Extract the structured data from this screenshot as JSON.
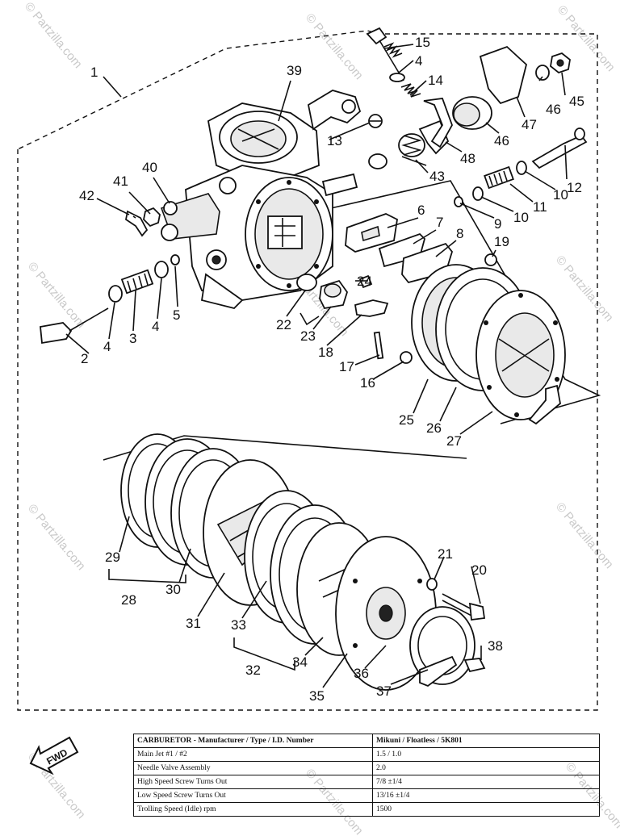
{
  "watermark": "© Partzilla.com",
  "fwd_label": "FWD",
  "callouts": [
    "1",
    "2",
    "3",
    "4",
    "4",
    "4",
    "5",
    "6",
    "7",
    "8",
    "9",
    "10",
    "10",
    "11",
    "12",
    "13",
    "14",
    "15",
    "16",
    "17",
    "18",
    "19",
    "20",
    "21",
    "22",
    "23",
    "24",
    "25",
    "26",
    "27",
    "28",
    "29",
    "30",
    "31",
    "32",
    "33",
    "34",
    "35",
    "36",
    "37",
    "38",
    "39",
    "40",
    "41",
    "42",
    "43",
    "45",
    "46",
    "46",
    "47",
    "48"
  ],
  "spec_table": {
    "header": {
      "label": "CARBURETOR - Manufacturer / Type / I.D. Number",
      "value": "Mikuni / Floatless / 5K801"
    },
    "rows": [
      {
        "label": "Main Jet #1 / #2",
        "value": "1.5 / 1.0"
      },
      {
        "label": "Needle Valve Assembly",
        "value": "2.0"
      },
      {
        "label": "High Speed Screw Turns Out",
        "value": "7/8 ±1/4"
      },
      {
        "label": "Low Speed Screw Turns Out",
        "value": "13/16 ±1/4"
      },
      {
        "label": "Trolling Speed (Idle) rpm",
        "value": "1500"
      }
    ]
  }
}
